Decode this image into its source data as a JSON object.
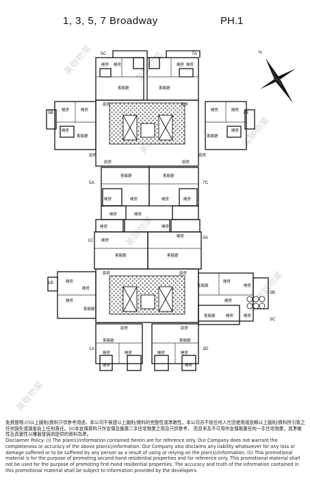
{
  "header": {
    "title": "1, 3, 5, 7  Broadway",
    "phase": "PH.1"
  },
  "compass": {
    "north_label": "N"
  },
  "units": [
    {
      "code": "5C"
    },
    {
      "code": "7A"
    },
    {
      "code": "5B"
    },
    {
      "code": "7B"
    },
    {
      "code": "5A"
    },
    {
      "code": "7C"
    },
    {
      "code": "1C"
    },
    {
      "code": "3A"
    },
    {
      "code": "1B"
    },
    {
      "code": "3B"
    },
    {
      "code": "3C"
    },
    {
      "code": "1A"
    },
    {
      "code": "3D"
    }
  ],
  "room_labels": {
    "bedroom": "睡房",
    "living_dining": "客飯廳",
    "kitchen": "廚房"
  },
  "watermark": {
    "text": "美聯物業"
  },
  "disclaimer": {
    "chinese": "免責聲明:(i)以上圖則/資料只供參考用途，本公司不保證以上圖則/資料的完整性或準確性，本公司亦不就任何人仕因使用或依賴以上圖則/資料所引致之任何損失或損害負上任何責任。(ii)本宣傳資料只作宣傳及推廣二手住宅物業之用及只供參考， 而並非及不可用作宣傳推廣任何一手住宅物業，其準確性及真實性以樓盤發展商提供的資料為準。",
    "english": "Disclaimer Policy: (i) The plan(s)/information contained herein are for reference only. Our Company does not warrant the completeness or accuracy of the above plan(s)/information. Our Company also disclaims any liability whatsoever for any loss or damage suffered or to be suffered by any person as a result of using or relying on the plan(s)/information. (ii) This promotional material is for the purpose of promoting second-hand residential properties and for reference only. This promotional material shall not be used for the purpose of promoting first-hand residential properties. The accuracy and truth of the information contained in this promotional material shall be subject to information provided by the developers."
  }
}
